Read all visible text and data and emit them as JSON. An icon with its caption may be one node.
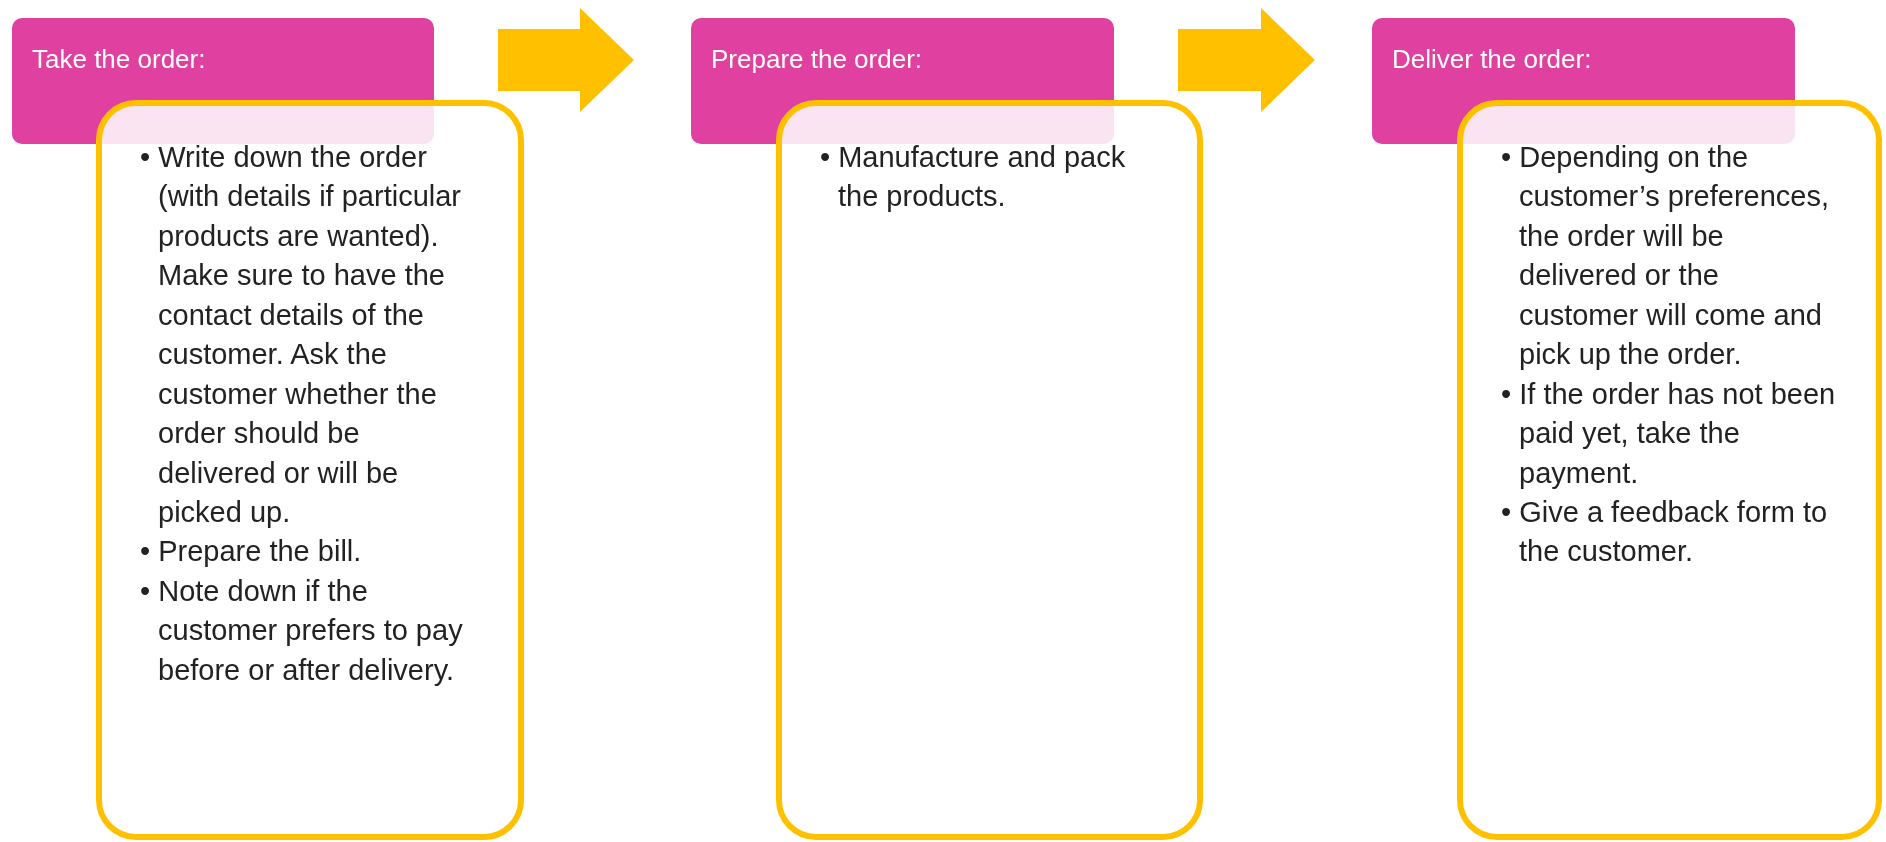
{
  "diagram": {
    "nodes": [
      {
        "text": [
          "Take the order:"
        ]
      },
      {
        "text": [
          "• Write down the order (with details if particular products are wanted). Make sure to have the contact details of the customer. Ask the customer whether the order should be delivered or will be picked up.",
          "• Prepare the bill.",
          "• Note down if the customer prefers to pay before or after delivery."
        ]
      },
      {
        "text": [
          "Prepare the order:"
        ]
      },
      {
        "text": [
          "• Manufacture and pack the products."
        ]
      },
      {
        "text": [
          "Deliver the order:"
        ]
      },
      {
        "text": [
          "• Depending on the customer’s preferences, the order will be delivered or the customer will come and pick up the order.",
          "• If the order has not been paid yet, take the payment.",
          "• Give a feedback form to the customer."
        ]
      }
    ],
    "edges": [
      {
        "from": 0,
        "to": 2,
        "arrow": "to",
        "style": "thick",
        "color": "#ffc000"
      },
      {
        "from": 2,
        "to": 4,
        "arrow": "to",
        "style": "thick",
        "color": "#ffc000"
      }
    ]
  }
}
